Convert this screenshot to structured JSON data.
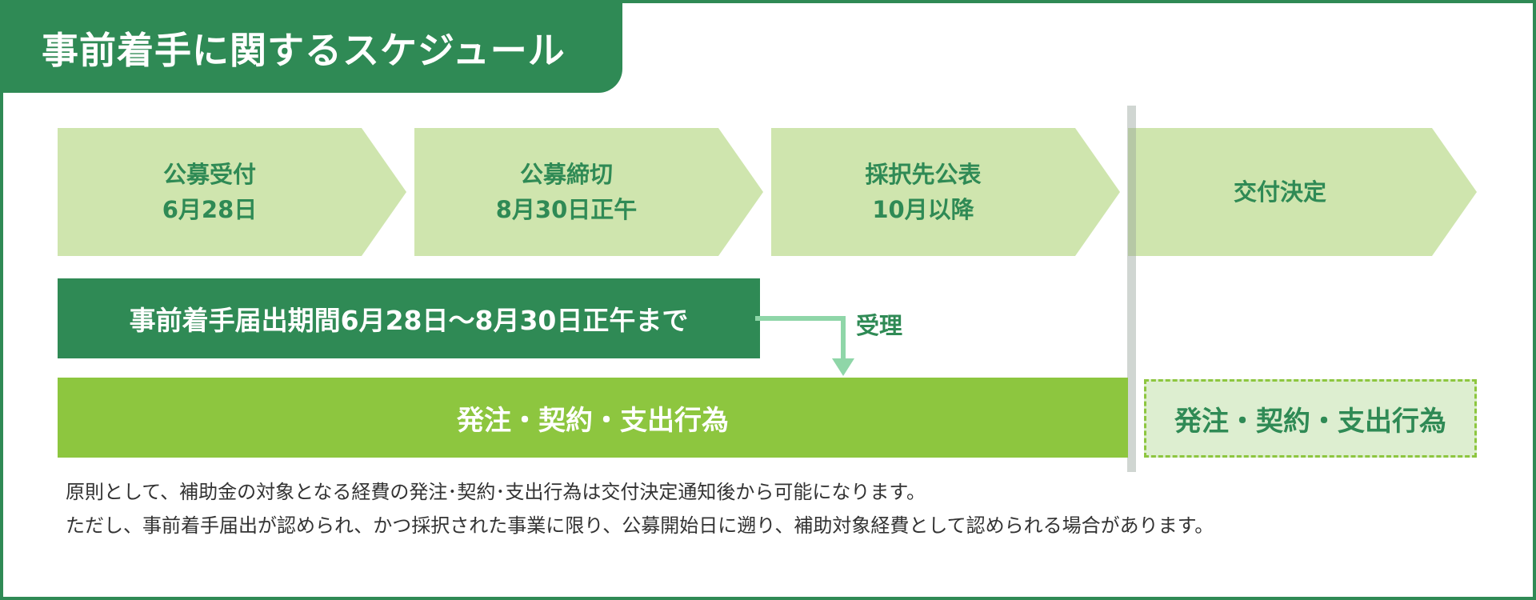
{
  "title": "事前着手に関するスケジュール",
  "stages": [
    {
      "line1": "公募受付",
      "line2": "6月28日"
    },
    {
      "line1": "公募締切",
      "line2": "8月30日正午"
    },
    {
      "line1": "採択先公表",
      "line2": "10月以降"
    },
    {
      "line1": "交付決定"
    }
  ],
  "notice_bar": "事前着手届出期間6月28日〜8月30日正午まで",
  "accept_label": "受理",
  "order_bar_main": "発注・契約・支出行為",
  "order_bar_after": "発注・契約・支出行為",
  "note": [
    "原則として、補助金の対象となる経費の発注･契約･支出行為は交付決定通知後から可能になります。",
    "ただし、事前着手届出が認められ、かつ採択された事業に限り、公募開始日に遡り、補助対象経費として認められる場合があります。"
  ],
  "colors": {
    "dark_green": "#2f8a55",
    "light_green": "#cfe5ae",
    "bright_green": "#8dc63f",
    "arrow_green": "#8fd6a8"
  }
}
